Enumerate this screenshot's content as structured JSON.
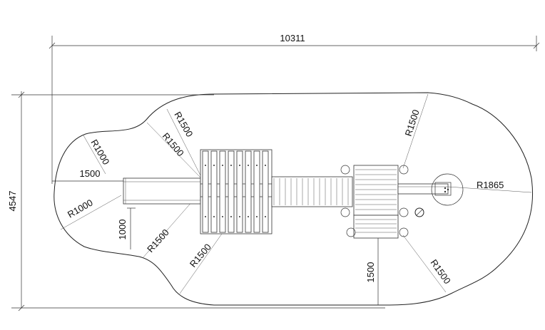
{
  "dimensions": {
    "overall_length": "10311",
    "overall_width": "4547",
    "offset_left": "1500",
    "offset_left_lower": "1000",
    "offset_bottom": "1500"
  },
  "radii": {
    "upper_left_small": "R1000",
    "lower_left_small": "R1000",
    "upper_left_mid_a": "R1500",
    "upper_left_mid_b": "R1500",
    "lower_left_mid_a": "R1500",
    "lower_left_mid_b": "R1500",
    "upper_right": "R1500",
    "lower_right": "R1500",
    "right_end": "R1865"
  }
}
